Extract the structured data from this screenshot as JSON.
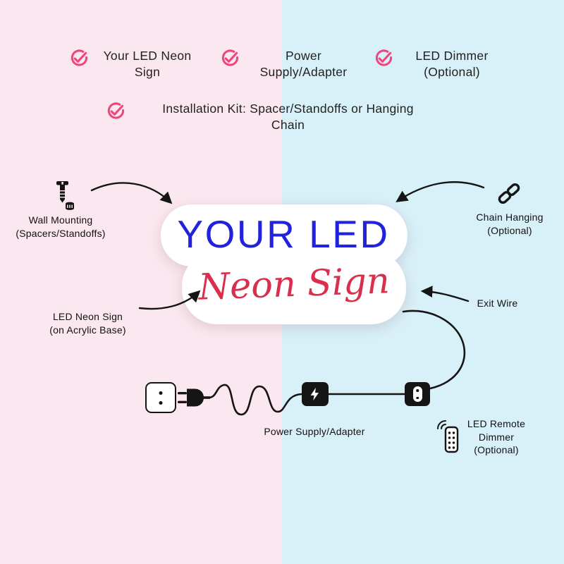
{
  "colors": {
    "bg_left_pink": "#fbe7ef",
    "bg_right_blue": "#d8f0f8",
    "check_pink": "#f0467e",
    "sign_blue": "#2222dd",
    "sign_red": "#d92f4d",
    "ink": "#151515"
  },
  "checklist": [
    {
      "lines": [
        "Your LED Neon",
        "Sign"
      ]
    },
    {
      "lines": [
        "Power",
        "Supply/Adapter"
      ]
    },
    {
      "lines": [
        "LED Dimmer",
        "(Optional)"
      ]
    },
    {
      "lines": [
        "Installation Kit: Spacer/Standoffs or Hanging",
        "Chain"
      ]
    }
  ],
  "sign": {
    "title": "YOUR LED",
    "subtitle": "Neon Sign"
  },
  "callouts": {
    "wall_mounting": {
      "lines": [
        "Wall Mounting",
        "(Spacers/Standoffs)"
      ]
    },
    "chain_hanging": {
      "lines": [
        "Chain Hanging",
        "(Optional)"
      ]
    },
    "led_neon_sign": {
      "lines": [
        "LED Neon Sign",
        "(on Acrylic Base)"
      ]
    },
    "exit_wire": {
      "lines": [
        "Exit Wire"
      ]
    },
    "power_supply": {
      "lines": [
        "Power Supply/Adapter"
      ]
    },
    "led_remote_dimmer": {
      "lines": [
        "LED Remote",
        "Dimmer",
        "(Optional)"
      ]
    }
  },
  "icons": {
    "check": "check-circle-icon",
    "screw": "screw-standoff-icon",
    "chain": "chain-link-icon",
    "outlet": "wall-outlet-icon",
    "plug": "power-plug-icon",
    "adapter": "power-adapter-icon",
    "dimmer": "inline-dimmer-icon",
    "remote": "remote-control-icon"
  }
}
